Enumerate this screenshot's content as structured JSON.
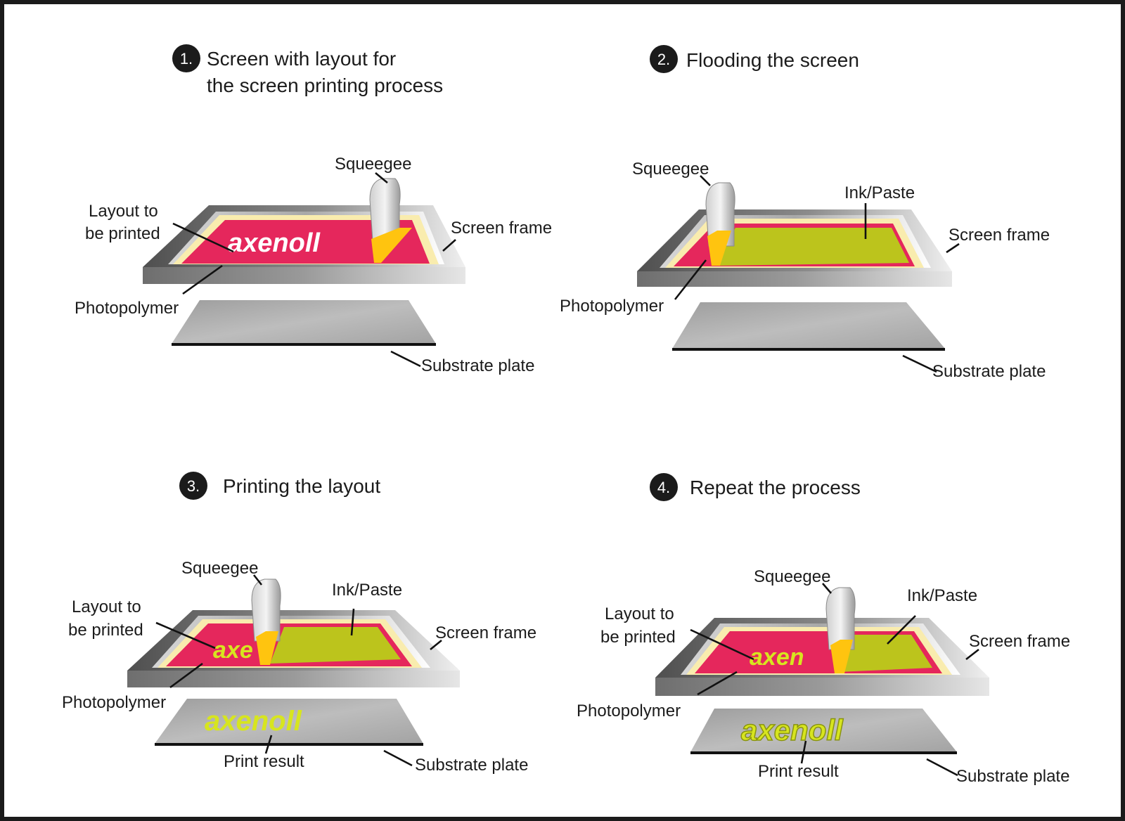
{
  "colors": {
    "frame_dark": "#5a5a5a",
    "frame_light": "#e8e8e8",
    "cream": "#f9ecae",
    "photopolymer": "#e5275c",
    "ink": "#bcc41c",
    "squeegee_blade": "#ffc40f",
    "substrate": "#a9a9a9",
    "print": "#d7e51f",
    "badge": "#1b1b1b"
  },
  "panels": [
    {
      "number": "1.",
      "title_lines": [
        "Screen with layout for",
        "the screen printing process"
      ],
      "labels": {
        "squeegee": "Squeegee",
        "layout": [
          "Layout to",
          "be printed"
        ],
        "screen_frame": "Screen frame",
        "photopolymer": "Photopolymer",
        "substrate": "Substrate plate"
      },
      "logo": "axenoll"
    },
    {
      "number": "2.",
      "title_lines": [
        "Flooding the screen"
      ],
      "labels": {
        "squeegee": "Squeegee",
        "ink": "Ink/Paste",
        "screen_frame": "Screen frame",
        "photopolymer": "Photopolymer",
        "substrate": "Substrate plate"
      }
    },
    {
      "number": "3.",
      "title_lines": [
        "Printing the layout"
      ],
      "labels": {
        "squeegee": "Squeegee",
        "ink": "Ink/Paste",
        "layout": [
          "Layout to",
          "be printed"
        ],
        "screen_frame": "Screen frame",
        "photopolymer": "Photopolymer",
        "print_result": "Print result",
        "substrate": "Substrate plate"
      },
      "logo": "axenoll",
      "logo_partial": "axe"
    },
    {
      "number": "4.",
      "title_lines": [
        "Repeat the process"
      ],
      "labels": {
        "squeegee": "Squeegee",
        "ink": "Ink/Paste",
        "layout": [
          "Layout to",
          "be printed"
        ],
        "screen_frame": "Screen frame",
        "photopolymer": "Photopolymer",
        "print_result": "Print result",
        "substrate": "Substrate plate"
      },
      "logo": "axenoll",
      "logo_partial": "axen"
    }
  ]
}
